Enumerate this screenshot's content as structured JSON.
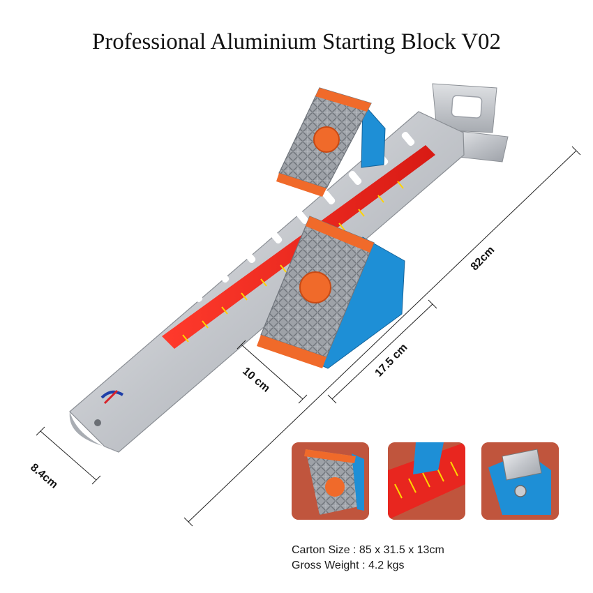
{
  "title": "Professional Aluminium Starting Block V02",
  "dimensions": {
    "length": "82cm",
    "pedal_length": "17.5 cm",
    "pedal_width": "10 cm",
    "rail_width": "8.4cm"
  },
  "specs": {
    "carton": "Carton Size : 85 x 31.5 x 13cm",
    "weight": "Gross Weight : 4.2 kgs"
  },
  "colors": {
    "aluminium": "#c9ccd1",
    "scale_red": "#e8261f",
    "pedal_orange": "#f06a2a",
    "bracket_blue": "#1e8fd6",
    "track_red": "#c0553d"
  },
  "thumbnails": [
    "pedal-closeup-thumbnail",
    "scale-closeup-thumbnail",
    "bracket-closeup-thumbnail"
  ]
}
